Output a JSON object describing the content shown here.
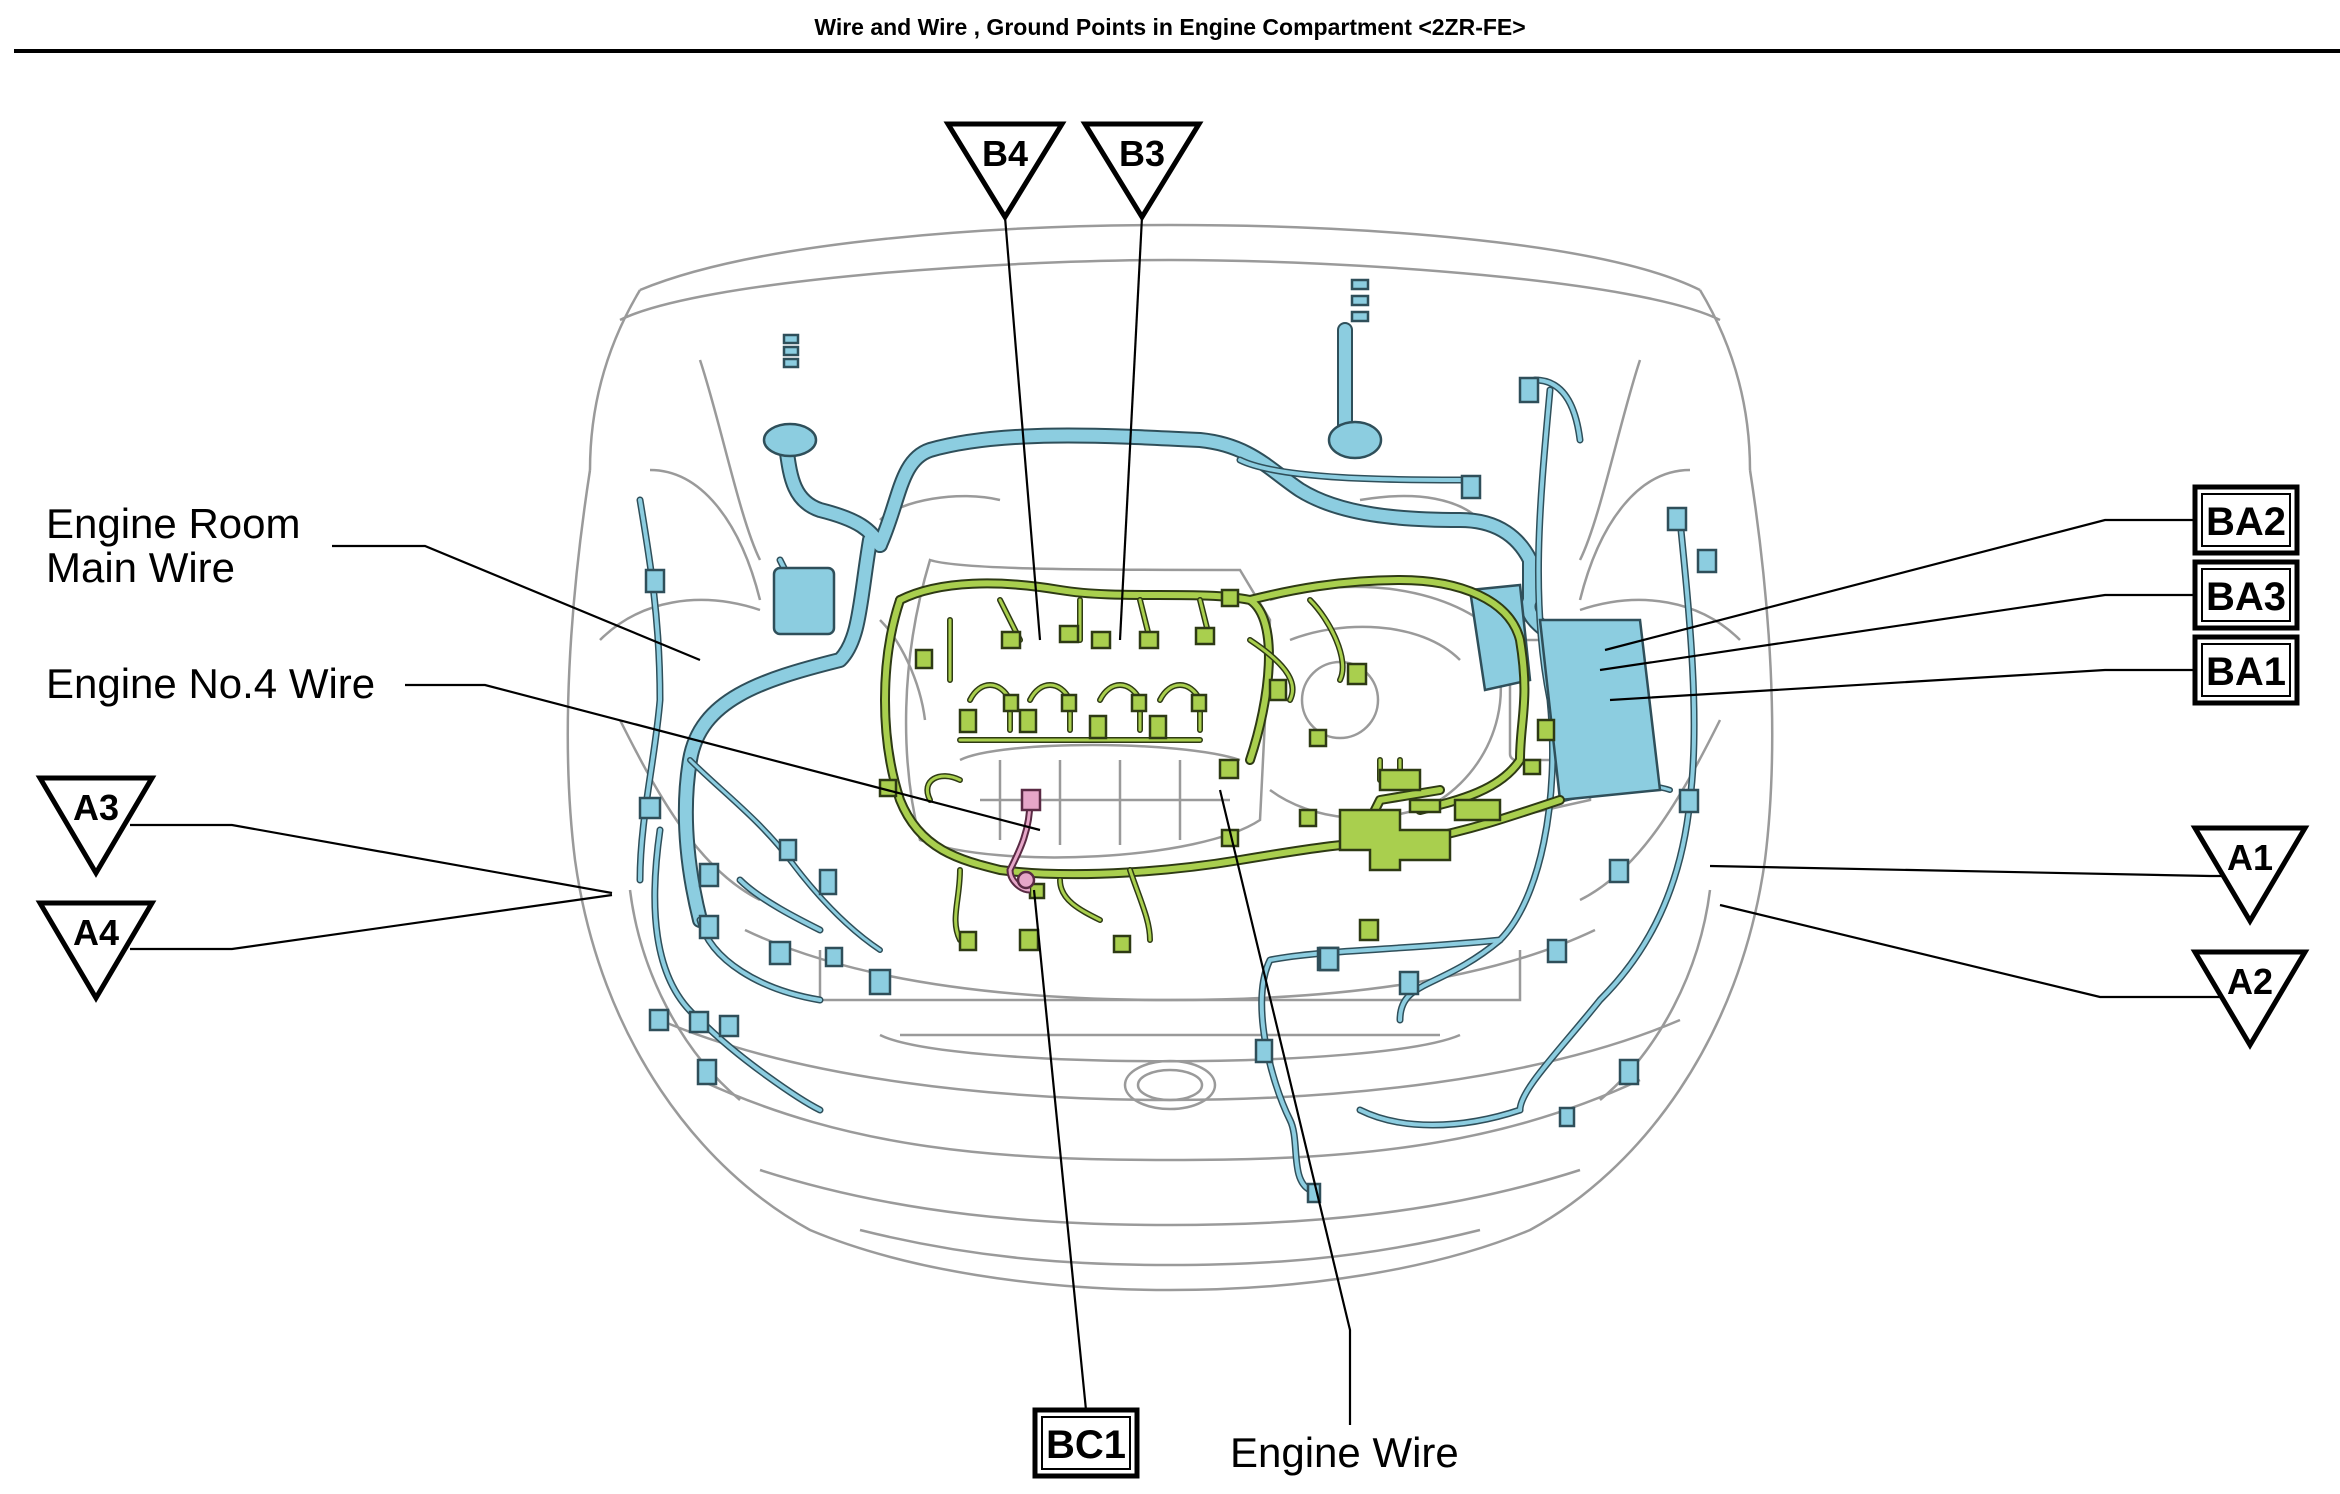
{
  "title": "Wire and Wire , Ground Points in Engine Compartment <2ZR-FE>",
  "colors": {
    "engine_room_main_wire": "#8ccde0",
    "engine_wire": "#a9cf4e",
    "engine_no4_wire": "#e6a6c8",
    "outline": "#9a9a9a",
    "leader": "#000000"
  },
  "labels": {
    "engine_room_main_wire": [
      "Engine Room",
      "Main Wire"
    ],
    "engine_no4_wire": "Engine No.4 Wire",
    "engine_wire": "Engine Wire"
  },
  "wire_points": {
    "B4": "B4",
    "B3": "B3",
    "A3": "A3",
    "A4": "A4",
    "A1": "A1",
    "A2": "A2"
  },
  "ground_points": {
    "BA2": "BA2",
    "BA3": "BA3",
    "BA1": "BA1",
    "BC1": "BC1"
  }
}
